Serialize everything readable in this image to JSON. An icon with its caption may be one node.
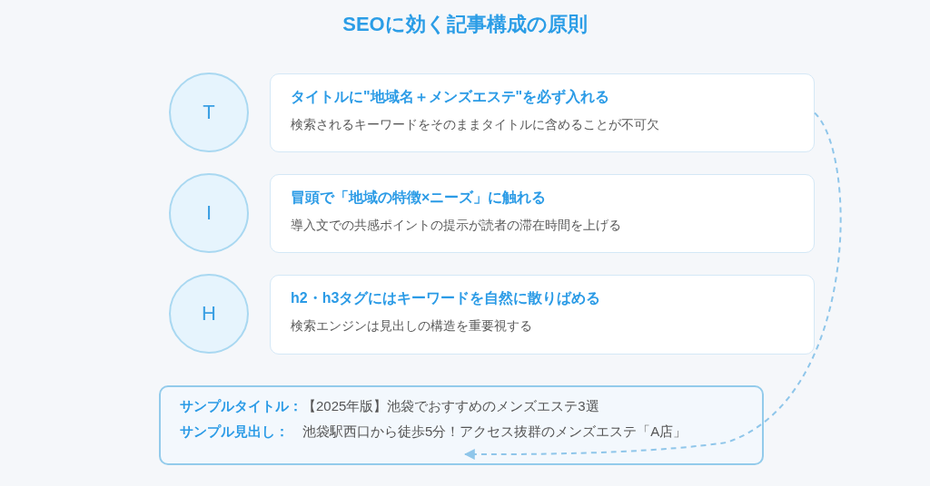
{
  "diagram": {
    "title": "SEOに効く記事構成の原則",
    "nodes": [
      {
        "text": [
          "T"
        ]
      },
      {
        "text": [
          "タイトルに\"地域名＋メンズエステ\"を必ず入れる",
          "検索されるキーワードをそのままタイトルに含めることが不可欠"
        ]
      },
      {
        "text": [
          "I"
        ]
      },
      {
        "text": [
          "冒頭で「地域の特徴×ニーズ」に触れる",
          "導入文での共感ポイントの提示が読者の滞在時間を上げる"
        ]
      },
      {
        "text": [
          "H"
        ]
      },
      {
        "text": [
          "h2・h3タグにはキーワードを自然に散りばめる",
          "検索エンジンは見出しの構造を重要視する"
        ]
      },
      {
        "text": [
          "サンプルタイトル：",
          "【2025年版】池袋でおすすめのメンズエステ3選",
          "サンプル見出し：",
          "池袋駅西口から徒歩5分！アクセス抜群のメンズエステ「A店」"
        ]
      }
    ],
    "edges": [
      {
        "from": 1,
        "to": 6,
        "arrow": "to",
        "style": "dashed"
      }
    ]
  }
}
